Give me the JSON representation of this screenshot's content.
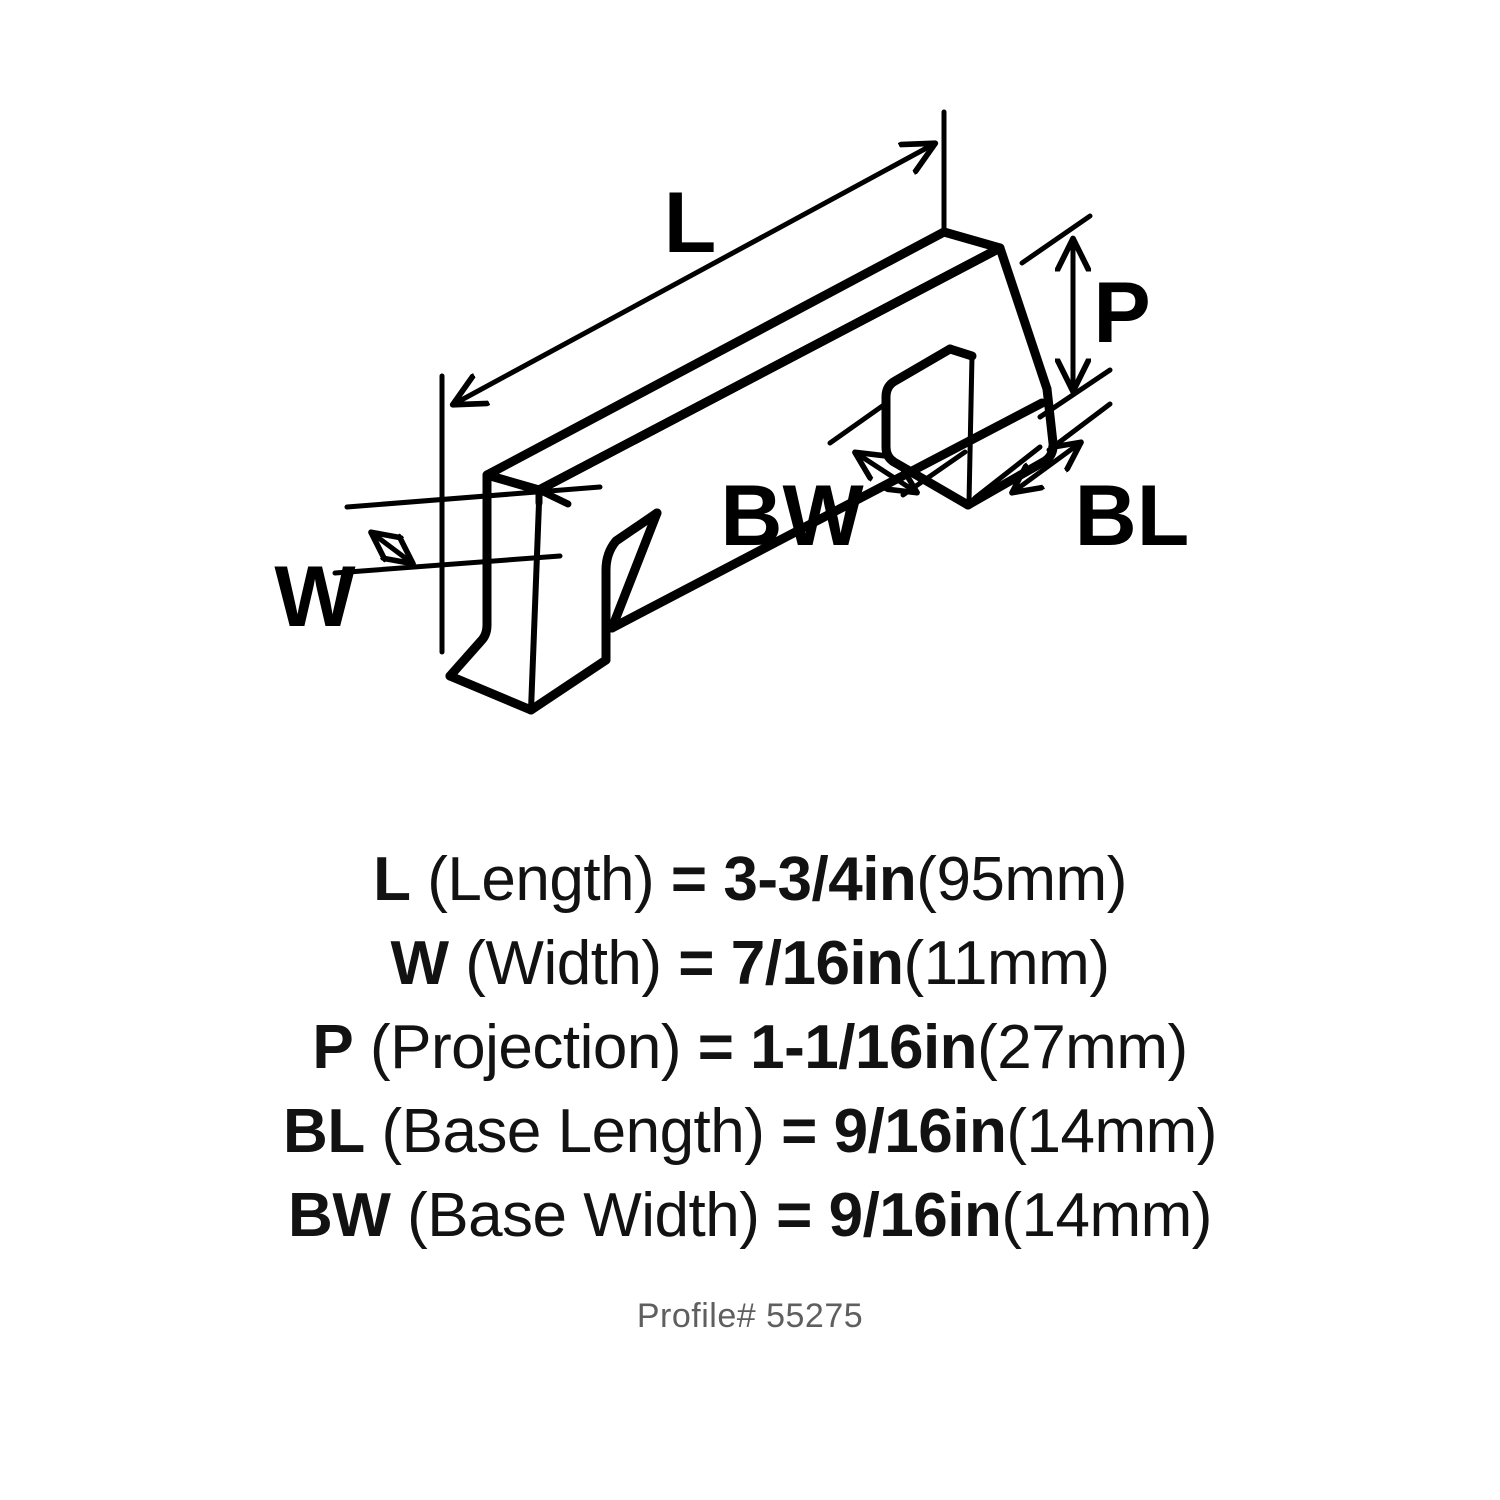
{
  "diagram": {
    "subject": "cabinet-pull-handle",
    "view": "isometric-line-drawing",
    "line_color": "#000000",
    "background_color": "#ffffff",
    "callouts": [
      {
        "id": "L",
        "label": "L"
      },
      {
        "id": "W",
        "label": "W"
      },
      {
        "id": "P",
        "label": "P"
      },
      {
        "id": "BW",
        "label": "BW"
      },
      {
        "id": "BL",
        "label": "BL"
      }
    ]
  },
  "specs": [
    {
      "key": "L",
      "name": "(Length)",
      "eq": "=",
      "value": "3-3/4in",
      "metric": "(95mm)"
    },
    {
      "key": "W",
      "name": "(Width)",
      "eq": "=",
      "value": "7/16in",
      "metric": "(11mm)"
    },
    {
      "key": "P",
      "name": "(Projection)",
      "eq": "=",
      "value": "1-1/16in",
      "metric": "(27mm)"
    },
    {
      "key": "BL",
      "name": "(Base Length)",
      "eq": "=",
      "value": "9/16in",
      "metric": "(14mm)"
    },
    {
      "key": "BW",
      "name": "(Base Width)",
      "eq": "=",
      "value": "9/16in",
      "metric": "(14mm)"
    }
  ],
  "footer": {
    "profile": "Profile# 55275"
  }
}
